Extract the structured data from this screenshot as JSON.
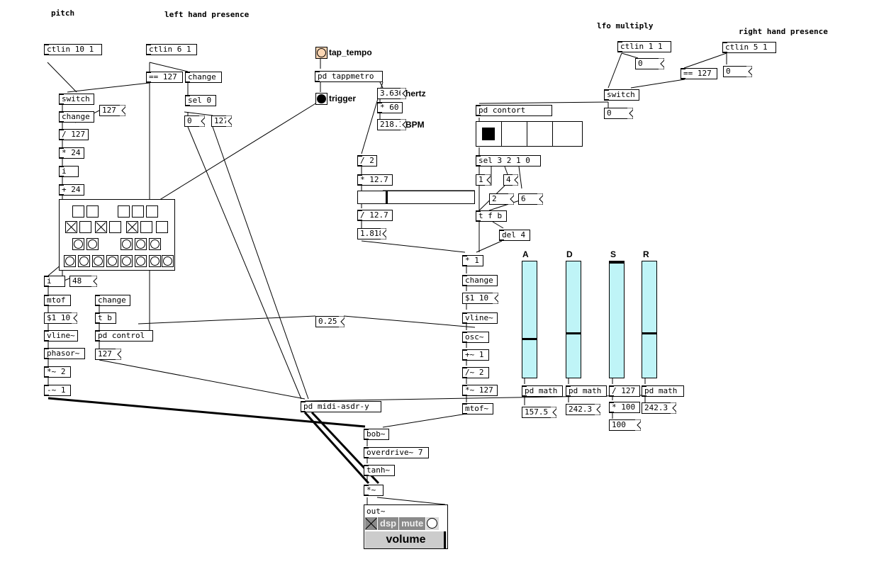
{
  "comments": {
    "pitch": "pitch",
    "left_hand": "left hand presence",
    "lfo_multiply": "lfo multiply",
    "right_hand": "right hand presence"
  },
  "objects": {
    "ctlin_10_1": "ctlin 10 1",
    "ctlin_6_1": "ctlin 6 1",
    "eq127_left": "== 127",
    "change_left": "change",
    "switch_left": "switch",
    "sel0": "sel 0",
    "change_pitch": "change",
    "div127_pitch": "/ 127",
    "mul24": "* 24",
    "i_top": "i",
    "add24": "+ 24",
    "i_bot": "i",
    "mtof": "mtof",
    "change_mid": "change",
    "s1_10": "$1 10",
    "tb": "t b",
    "vline": "vline~",
    "pd_control": "pd control",
    "phasor": "phasor~",
    "mul2": "*~ 2",
    "sub1": "-~ 1",
    "pd_tappmetro": "pd tappmetro",
    "mul60": "* 60",
    "div2": "/ 2",
    "mul12_7": "* 12.7",
    "div12_7": "/ 12.7",
    "pd_midi_asdr": "pd midi-asdr-y",
    "ctlin_1_1": "ctlin 1 1",
    "ctlin_5_1": "ctlin 5 1",
    "eq127_right": "== 127",
    "switch_right": "switch",
    "pd_contort": "pd contort",
    "sel3210": "sel 3 2 1 0",
    "tfb": "t f b",
    "del4": "del 4",
    "mul1": "* 1",
    "change_lfo": "change",
    "s1_10_lfo": "$1 10",
    "vline_lfo": "vline~",
    "osc": "osc~",
    "add1": "+~ 1",
    "div2_sig": "/~ 2",
    "mul127": "*~ 127",
    "mtof_sig": "mtof~",
    "pd_math_a": "pd math",
    "pd_math_d": "pd math",
    "div127_s": "/ 127",
    "mul100": "* 100",
    "pd_math_r": "pd math",
    "bob": "bob~",
    "overdrive": "overdrive~ 7",
    "tanh": "tanh~",
    "mul_sig": "*~"
  },
  "numbers": {
    "n127_a": "127",
    "n0": "0",
    "n127_b": "127",
    "hertz": "3.636",
    "bpm": "218.1",
    "n1818": "1.818",
    "n48": "48",
    "n127_c": "127",
    "n025": "0.25",
    "n0_lfo": "0",
    "n0_right": "0",
    "n0_switch": "0",
    "msg1": "1",
    "msg2": "2",
    "msg4": "4",
    "msg6": "6",
    "a_val": "157.5",
    "d_val": "242.3",
    "s_val": "100",
    "r_val": "242.3"
  },
  "labels": {
    "tap_tempo": "tap_tempo",
    "trigger": "trigger",
    "hertz": "hertz",
    "bpm": "BPM",
    "A": "A",
    "D": "D",
    "S": "S",
    "R": "R"
  },
  "out": {
    "title": "out~",
    "dsp": "dsp",
    "mute": "mute",
    "volume": "volume"
  },
  "sliders": {
    "hslider_frac": 0.24,
    "A_frac": 0.33,
    "D_frac": 0.38,
    "S_frac": 1.0,
    "R_frac": 0.38,
    "volume_frac": 1.0
  },
  "radio_selected": 0,
  "colors": {
    "bang_bg": "#fad6b4",
    "slider_bg": "#bff4f7",
    "out_gray": "#8a8a8a"
  }
}
